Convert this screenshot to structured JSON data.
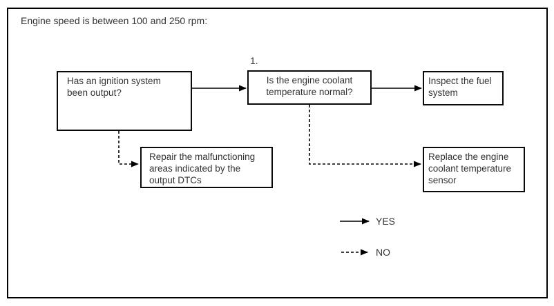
{
  "diagram": {
    "title": "Engine speed is between 100 and 250 rpm:",
    "nodes": {
      "ignition": {
        "text": "Has an ignition system been output?"
      },
      "coolant": {
        "text": "Is the engine coolant temperature normal?",
        "step_label": "1."
      },
      "fuel": {
        "text": "Inspect the fuel system"
      },
      "repair": {
        "text": "Repair the malfunctioning areas indicated by the output DTCs"
      },
      "replace": {
        "text": "Replace the engine coolant temperature sensor"
      }
    },
    "legend": {
      "yes_label": "YES",
      "no_label": "NO"
    },
    "colors": {
      "line": "#000000",
      "box_border": "#0a0a0a",
      "text": "#333333",
      "background": "#ffffff"
    }
  }
}
